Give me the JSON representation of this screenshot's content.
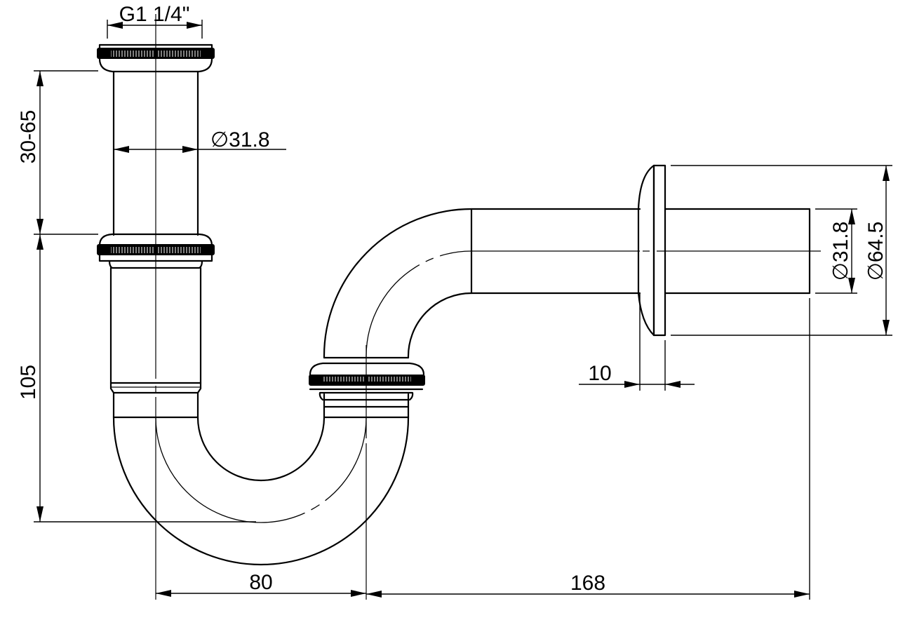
{
  "drawing": {
    "title": "Bottle trap / P-trap dimension drawing",
    "units": "mm",
    "color": "#000000",
    "background": "#ffffff"
  },
  "dimensions": {
    "thread": "G1 1/4\"",
    "upper_tube_diameter": "∅31.8",
    "adjustable_height": "30-65",
    "trap_height": "105",
    "trap_width": "80",
    "outlet_length": "168",
    "outlet_diameter": "∅31.8",
    "flange_diameter": "∅64.5",
    "flange_thickness": "10"
  },
  "parts": [
    "top-coupling-nut",
    "upper-tailpiece",
    "middle-coupling-nut",
    "trap-inlet-leg",
    "u-bend",
    "trap-outlet-nut",
    "outlet-elbow",
    "wall-pipe",
    "wall-flange"
  ]
}
